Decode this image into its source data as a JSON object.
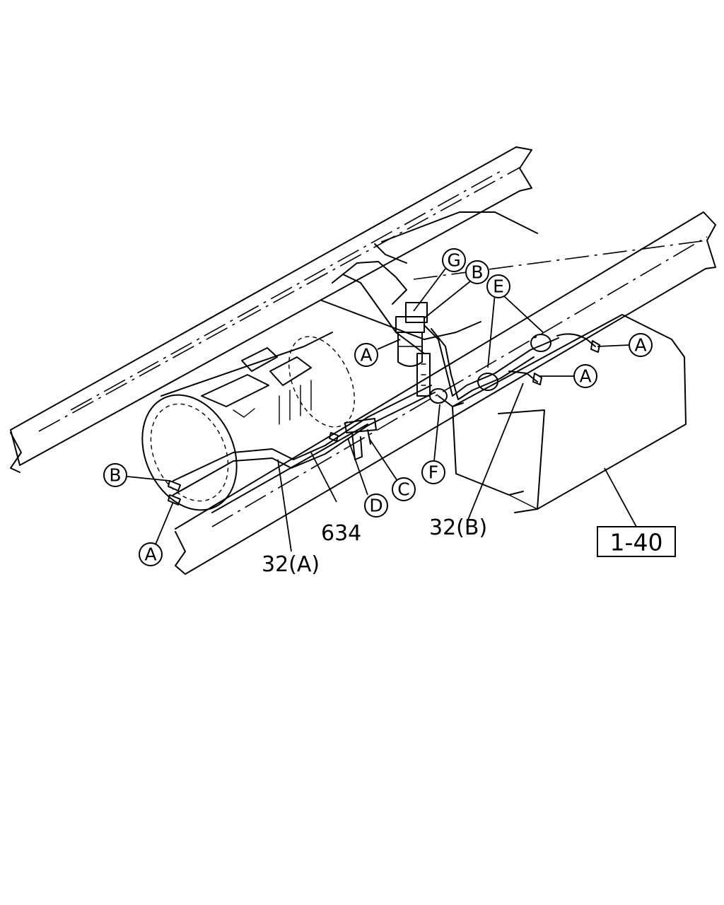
{
  "callouts": {
    "g_top": "G",
    "b_top": "B",
    "e_top": "E",
    "a_filter": "A",
    "a_right_upper": "A",
    "a_right_lower": "A",
    "b_left": "B",
    "a_left": "A",
    "f_mid": "F",
    "c_mid": "C",
    "d_mid": "D"
  },
  "part_numbers": {
    "p634": "634",
    "p32a": "32(A)",
    "p32b": "32(B)"
  },
  "reference": {
    "label": "1-40"
  }
}
